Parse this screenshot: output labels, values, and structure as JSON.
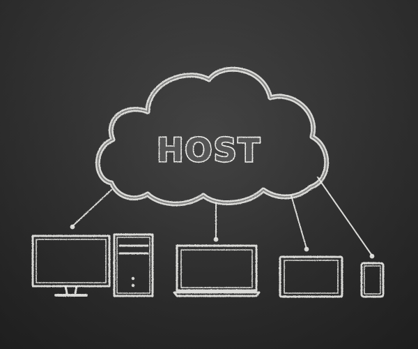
{
  "cloud": {
    "label": "HOST"
  },
  "colors": {
    "board": "#323232",
    "chalk": "#e9e9e6"
  },
  "devices": [
    {
      "name": "desktop-monitor"
    },
    {
      "name": "desktop-tower"
    },
    {
      "name": "laptop"
    },
    {
      "name": "tablet"
    },
    {
      "name": "smartphone"
    }
  ]
}
